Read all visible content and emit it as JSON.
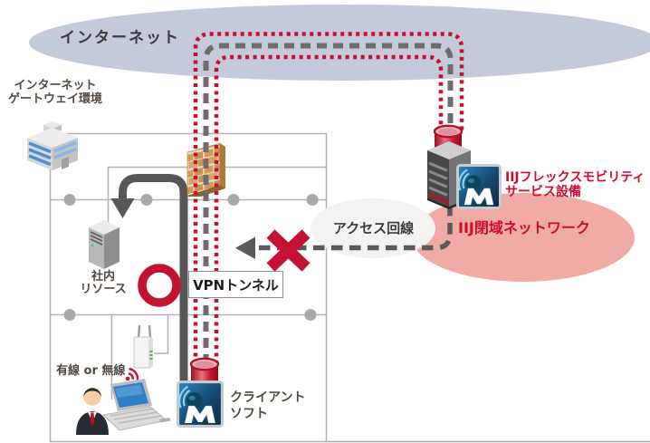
{
  "diagram_title": "VPN tunnel network diagram",
  "labels": {
    "internet": "インターネット",
    "internet_gateway": "インターネット\nゲートウェイ環境",
    "internal_resources": "社内\nリソース",
    "vpn_tunnel": "VPNトンネル",
    "access_line": "アクセス回線",
    "iij_closed_network": "IIJ閉域ネットワーク",
    "iij_flex_mobility": "IIJフレックスモビリティ\nサービス設備",
    "client_soft": "クライアント\nソフト",
    "wired_or_wireless": "有線 or 無線"
  },
  "colors": {
    "cloud": "#c4cada",
    "tunnel_red": "#c90e33",
    "tunnel_gray": "#6d6d6d",
    "accent_red_marks": "#c41233",
    "brand_red_text": "#ce0b2d",
    "pink_network": "#efaba4",
    "access_ellipse": "#f2f2f0",
    "lan_line_gray": "#b3b3b3",
    "traffic_gray": "#575757"
  },
  "icons": {
    "internet_cloud": "cloud shape",
    "building": "internet gateway building",
    "firewall": "brick firewall",
    "internal_server": "internal resource server tower",
    "iij_equipment_server": "IIJ service equipment rack",
    "m_logo": "IIJ flex mobility M logo",
    "tunnel_cylinder": "red tunnel endpoint tube",
    "wireless_ap": "wireless access point",
    "wifi_waves": "red wifi waves",
    "person": "office user",
    "laptop": "laptop PC",
    "x_mark": "blocked route X",
    "o_mark": "allowed route circle",
    "down_arrow": "traffic arrow to internal resources",
    "left_arrow": "blocked dashed arrow"
  }
}
